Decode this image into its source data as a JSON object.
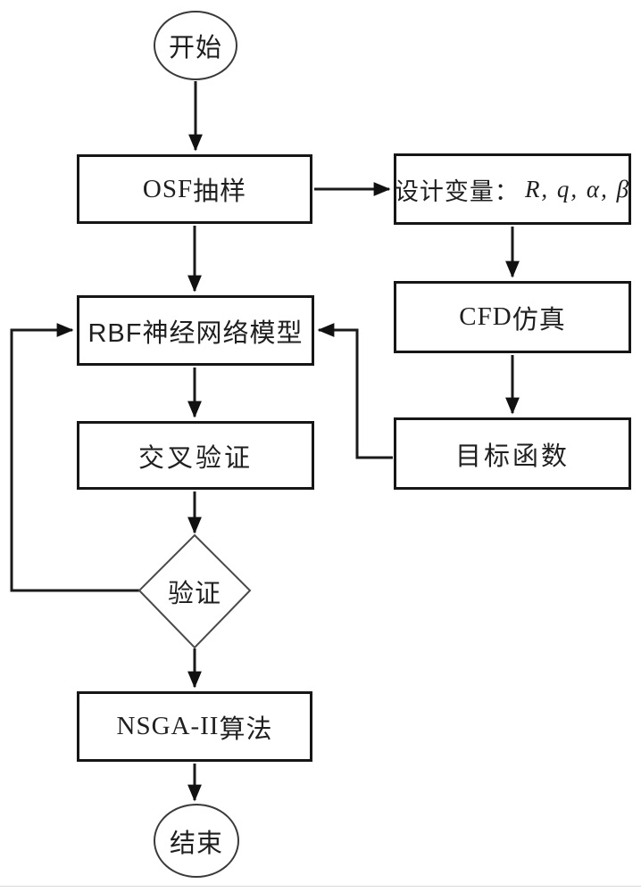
{
  "diagram": {
    "background_color": "#ffffff",
    "line_color": "#1a1a1a",
    "nodes": {
      "start": {
        "label": "开始",
        "shape": "terminator"
      },
      "osf": {
        "latin": "OSF",
        "cjk": "抽样",
        "shape": "process"
      },
      "design_vars": {
        "prefix": "设计变量：",
        "vars": "R, q, α, β",
        "shape": "process"
      },
      "rbf": {
        "label": "RBF神经网络模型",
        "shape": "process"
      },
      "cfd": {
        "latin": "CFD",
        "cjk": "仿真",
        "shape": "process"
      },
      "cross_validation": {
        "label": "交叉验证",
        "shape": "process"
      },
      "objective": {
        "label": "目标函数",
        "shape": "process"
      },
      "verify": {
        "label": "验证",
        "shape": "decision"
      },
      "nsga": {
        "latin": "NSGA-II",
        "cjk": "算法",
        "shape": "process"
      },
      "end": {
        "label": "结束",
        "shape": "terminator"
      }
    },
    "edges": [
      {
        "from": "start",
        "to": "osf"
      },
      {
        "from": "osf",
        "to": "design_vars"
      },
      {
        "from": "osf",
        "to": "rbf"
      },
      {
        "from": "design_vars",
        "to": "cfd"
      },
      {
        "from": "cfd",
        "to": "objective"
      },
      {
        "from": "objective",
        "to": "rbf"
      },
      {
        "from": "rbf",
        "to": "cross_validation"
      },
      {
        "from": "cross_validation",
        "to": "verify"
      },
      {
        "from": "verify",
        "to": "rbf",
        "note": "feedback"
      },
      {
        "from": "verify",
        "to": "nsga"
      },
      {
        "from": "nsga",
        "to": "end"
      }
    ]
  }
}
